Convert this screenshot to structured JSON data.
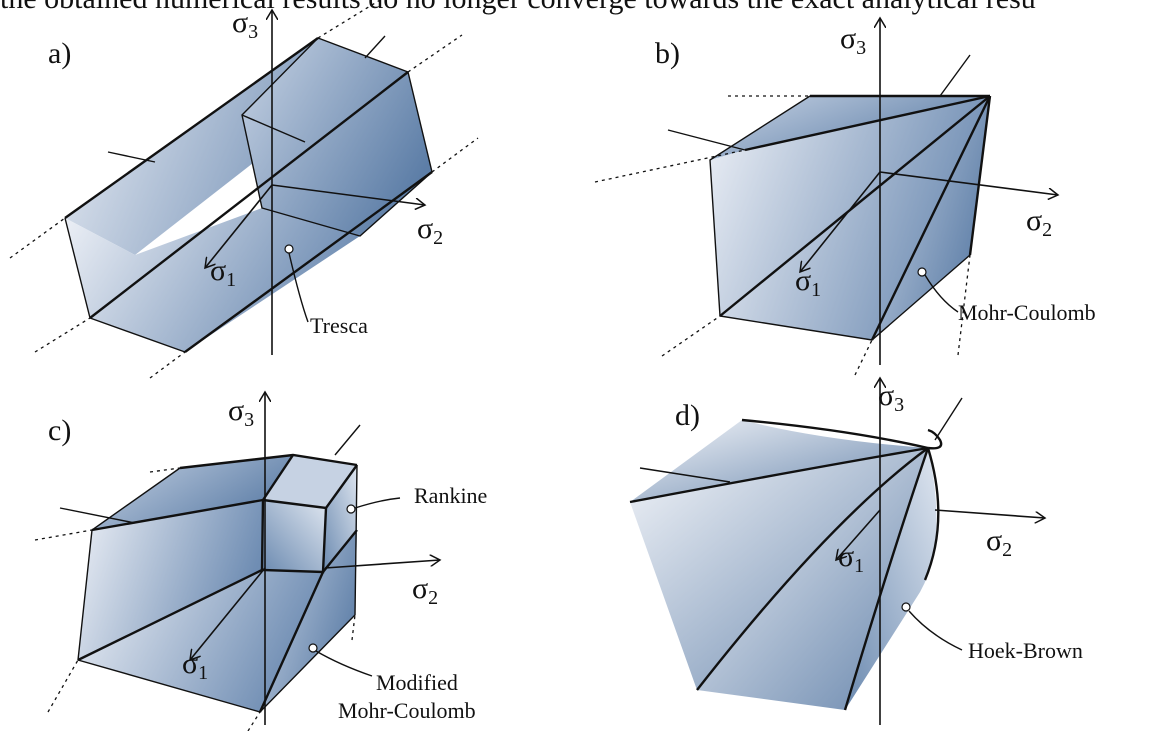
{
  "header_text": "the obtained numerical results do no longer converge towards the exact analytical resu",
  "panels": {
    "a": {
      "letter": "a)",
      "surface_name": "Tresca"
    },
    "b": {
      "letter": "b)",
      "surface_name": "Mohr-Coulomb"
    },
    "c": {
      "letter": "c)",
      "surface_name_1": "Rankine",
      "surface_name_2a": "Modified",
      "surface_name_2b": "Mohr-Coulomb"
    },
    "d": {
      "letter": "d)",
      "surface_name": "Hoek-Brown"
    }
  },
  "axes": {
    "s1": "σ",
    "s2": "σ",
    "s3": "σ",
    "sub1": "1",
    "sub2": "2",
    "sub3": "3"
  },
  "colors": {
    "face_light": "#e9edf5",
    "face_mid": "#9fb2cf",
    "face_dark": "#5b7ba3",
    "line": "#111111"
  }
}
